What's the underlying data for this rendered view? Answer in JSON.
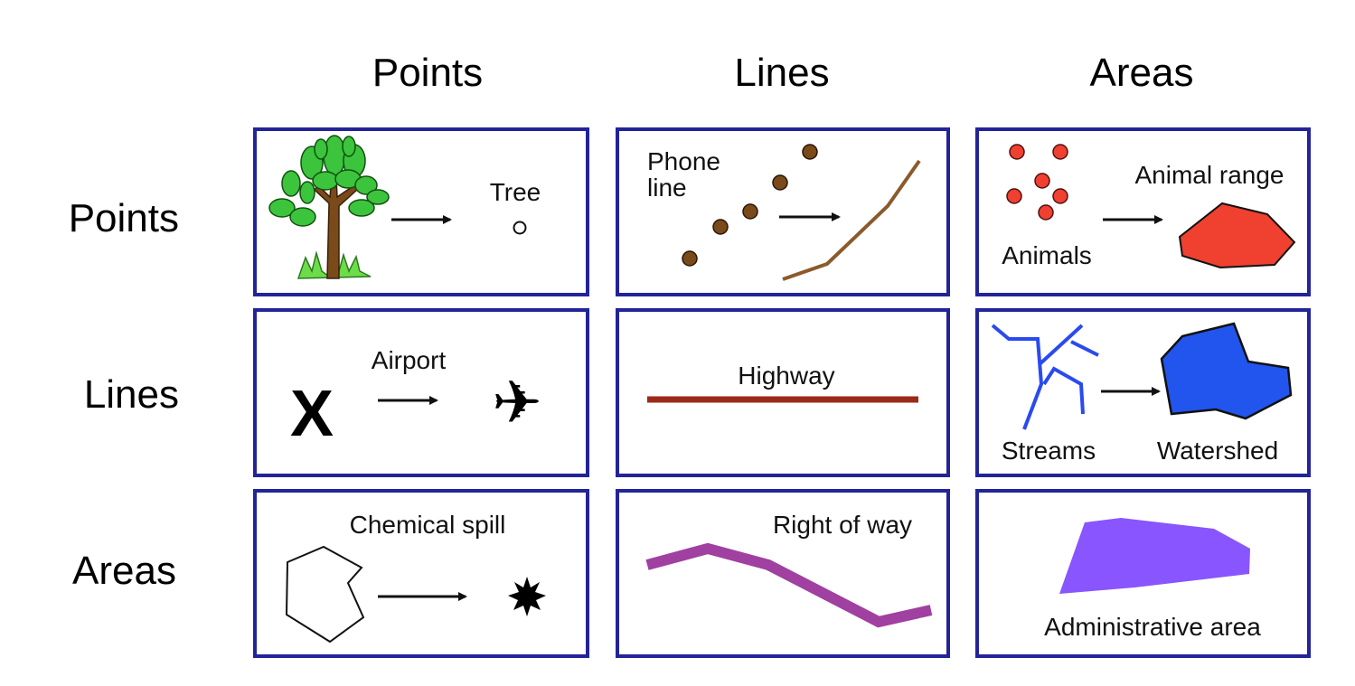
{
  "column_headers": [
    "Points",
    "Lines",
    "Areas"
  ],
  "row_headers": [
    "Points",
    "Lines",
    "Areas"
  ],
  "cells": {
    "points_points": {
      "label": "Tree"
    },
    "points_lines": {
      "label_line1": "Phone",
      "label_line2": "line"
    },
    "points_areas": {
      "source_label": "Animals",
      "target_label": "Animal range"
    },
    "lines_points": {
      "source_glyph": "X",
      "label": "Airport",
      "target_glyph": "✈"
    },
    "lines_lines": {
      "label": "Highway"
    },
    "lines_areas": {
      "source_label": "Streams",
      "target_label": "Watershed"
    },
    "areas_points": {
      "label": "Chemical spill"
    },
    "areas_lines": {
      "label": "Right of way"
    },
    "areas_areas": {
      "label": "Administrative area"
    }
  },
  "colors": {
    "border": "#23239a",
    "phone_line": "#8b5a2b",
    "animals": "#f04030",
    "highway": "#9b2a1a",
    "streams": "#2a4af0",
    "watershed": "#2255ee",
    "right_of_way": "#a040a0",
    "admin_area": "#8855ff"
  }
}
